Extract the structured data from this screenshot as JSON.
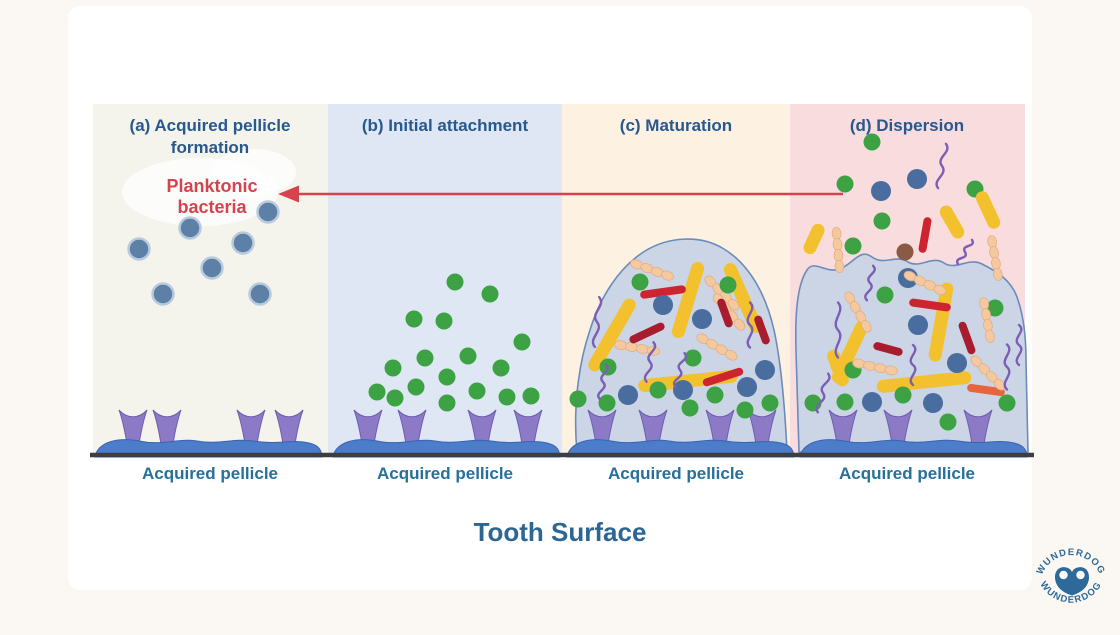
{
  "theme": {
    "page_bg": "#fbf8f3",
    "card_bg": "#ffffff",
    "title_color": "#27588e",
    "pellicle_label_color": "#26719b",
    "tooth_title_color": "#2d6593",
    "tooth_line_color": "#3e3e42",
    "pellicle_fill": "#4c7dca",
    "receptor_fill": "#8c7ac6",
    "biofilm_fill": "#cbd5e6",
    "biofilm_stroke": "#6b8cb8"
  },
  "panels": [
    {
      "id": "a",
      "bg": "#f4f4ec",
      "title_lines": [
        "(a) Acquired pellicle",
        "formation"
      ]
    },
    {
      "id": "b",
      "bg": "#dfe7f5",
      "title_lines": [
        "(b) Initial attachment"
      ]
    },
    {
      "id": "c",
      "bg": "#fdf1e2",
      "title_lines": [
        "(c) Maturation"
      ]
    },
    {
      "id": "d",
      "bg": "#f9dcdd",
      "title_lines": [
        "(d) Dispersion"
      ]
    }
  ],
  "annotation": {
    "line1": "Planktonic",
    "line2": "bacteria",
    "color": "#d6424e"
  },
  "labels": {
    "acquired_pellicle": "Acquired pellicle",
    "tooth_surface": "Tooth Surface"
  },
  "logo": {
    "text_top": "WUNDERDOG",
    "text_bottom": "WUNDERDOG",
    "color": "#2e6a99",
    "icon": "dog-nose-icon"
  },
  "colors": {
    "planktonic": "#5d80a7",
    "planktonic_rim": "#b9cadd",
    "green": "#3da244",
    "blue": "#4a6d9f",
    "brown": "#8a5a44",
    "rod_yellow": "#f2c12d",
    "rod_red": "#cd2430",
    "rod_dark_red": "#a81d2e",
    "rod_orange": "#e8643f",
    "chain_peach": "#f5c9a0",
    "chain_edge": "#e4ad80",
    "spiral_purple": "#7c5fb5"
  },
  "bacteria": {
    "panel_a": [
      [
        "pk",
        268,
        212
      ],
      [
        "pk",
        190,
        228
      ],
      [
        "pk",
        139,
        249
      ],
      [
        "pk",
        243,
        243
      ],
      [
        "pk",
        212,
        268
      ],
      [
        "pk",
        163,
        294
      ],
      [
        "pk",
        260,
        294
      ]
    ],
    "panel_b": [
      [
        "g",
        455,
        282
      ],
      [
        "g",
        490,
        294
      ],
      [
        "g",
        414,
        319
      ],
      [
        "g",
        444,
        321
      ],
      [
        "g",
        522,
        342
      ],
      [
        "g",
        425,
        358
      ],
      [
        "g",
        468,
        356
      ],
      [
        "g",
        393,
        368
      ],
      [
        "g",
        501,
        368
      ],
      [
        "g",
        447,
        377
      ],
      [
        "g",
        416,
        387
      ],
      [
        "g",
        377,
        392
      ],
      [
        "g",
        477,
        391
      ],
      [
        "g",
        507,
        397
      ],
      [
        "g",
        531,
        396
      ],
      [
        "g",
        395,
        398
      ],
      [
        "g",
        447,
        403
      ]
    ],
    "panel_c": [
      [
        "rod",
        612,
        335,
        120,
        82
      ],
      [
        "rod",
        688,
        300,
        107,
        79
      ],
      [
        "rod",
        743,
        298,
        66,
        75
      ],
      [
        "rod",
        688,
        381,
        -6,
        100
      ],
      [
        "ch",
        652,
        270,
        20
      ],
      [
        "ch",
        722,
        293,
        45
      ],
      [
        "ch",
        729,
        312,
        50
      ],
      [
        "ch",
        637,
        348,
        10
      ],
      [
        "ch",
        717,
        347,
        30
      ],
      [
        "rr",
        663,
        292,
        -8,
        46
      ],
      [
        "dr",
        647,
        333,
        -25,
        38
      ],
      [
        "dr",
        725,
        313,
        70,
        30
      ],
      [
        "rr",
        723,
        377,
        -18,
        42
      ],
      [
        "dr",
        762,
        330,
        70,
        30
      ],
      [
        "g",
        640,
        282
      ],
      [
        "g",
        728,
        285
      ],
      [
        "g",
        608,
        367
      ],
      [
        "g",
        693,
        358
      ],
      [
        "g",
        578,
        399
      ],
      [
        "g",
        607,
        403
      ],
      [
        "g",
        658,
        390
      ],
      [
        "g",
        715,
        395
      ],
      [
        "g",
        745,
        410
      ],
      [
        "g",
        770,
        403
      ],
      [
        "g",
        690,
        408
      ],
      [
        "b",
        663,
        305
      ],
      [
        "b",
        702,
        319
      ],
      [
        "b",
        765,
        370
      ],
      [
        "b",
        747,
        387
      ],
      [
        "b",
        628,
        395
      ],
      [
        "b",
        683,
        390
      ],
      [
        "sp",
        597,
        322,
        5,
        50
      ],
      [
        "sp",
        650,
        362,
        10,
        40
      ],
      [
        "sp",
        680,
        370,
        15,
        35
      ],
      [
        "sp",
        750,
        325,
        0,
        45
      ],
      [
        "sp",
        603,
        382,
        10,
        35
      ]
    ],
    "panel_d_inside": [
      [
        "rod",
        850,
        352,
        115,
        68
      ],
      [
        "rod",
        838,
        368,
        70,
        38
      ],
      [
        "rod",
        924,
        382,
        -6,
        95
      ],
      [
        "rod",
        941,
        322,
        100,
        80
      ],
      [
        "b",
        908,
        278
      ],
      [
        "b",
        918,
        325
      ],
      [
        "b",
        957,
        363
      ],
      [
        "b",
        872,
        402
      ],
      [
        "b",
        933,
        403
      ],
      [
        "g",
        885,
        295
      ],
      [
        "g",
        995,
        308
      ],
      [
        "g",
        853,
        370
      ],
      [
        "g",
        813,
        403
      ],
      [
        "g",
        845,
        402
      ],
      [
        "g",
        903,
        395
      ],
      [
        "g",
        948,
        422
      ],
      [
        "g",
        1007,
        403
      ],
      [
        "rr",
        930,
        305,
        8,
        42
      ],
      [
        "dr",
        888,
        349,
        15,
        30
      ],
      [
        "dr",
        967,
        338,
        70,
        34
      ],
      [
        "or",
        986,
        390,
        8,
        38
      ],
      [
        "ch",
        925,
        283,
        25
      ],
      [
        "ch",
        875,
        367,
        12
      ],
      [
        "ch",
        987,
        320,
        80
      ],
      [
        "ch",
        988,
        373,
        45
      ],
      [
        "ch",
        858,
        312,
        60
      ],
      [
        "sp",
        838,
        330,
        0,
        55
      ],
      [
        "sp",
        823,
        393,
        15,
        40
      ],
      [
        "sp",
        913,
        365,
        0,
        40
      ],
      [
        "sp",
        1007,
        367,
        0,
        45
      ],
      [
        "sp",
        870,
        283,
        10,
        35
      ],
      [
        "sp",
        1019,
        345,
        0,
        40
      ]
    ],
    "panel_d_dispersed": [
      [
        "g",
        872,
        142
      ],
      [
        "g",
        845,
        184
      ],
      [
        "g",
        975,
        189
      ],
      [
        "g",
        882,
        221
      ],
      [
        "g",
        853,
        246
      ],
      [
        "b",
        881,
        191
      ],
      [
        "b",
        917,
        179
      ],
      [
        "br",
        905,
        252
      ],
      [
        "rr",
        925,
        235,
        100,
        36
      ],
      [
        "rod",
        814,
        239,
        115,
        32
      ],
      [
        "rod",
        952,
        222,
        60,
        36
      ],
      [
        "rod",
        988,
        210,
        65,
        40
      ],
      [
        "sp",
        942,
        166,
        10,
        45
      ],
      [
        "sp",
        965,
        252,
        30,
        28
      ],
      [
        "ch",
        838,
        250,
        85
      ],
      [
        "ch",
        995,
        258,
        80
      ]
    ]
  }
}
